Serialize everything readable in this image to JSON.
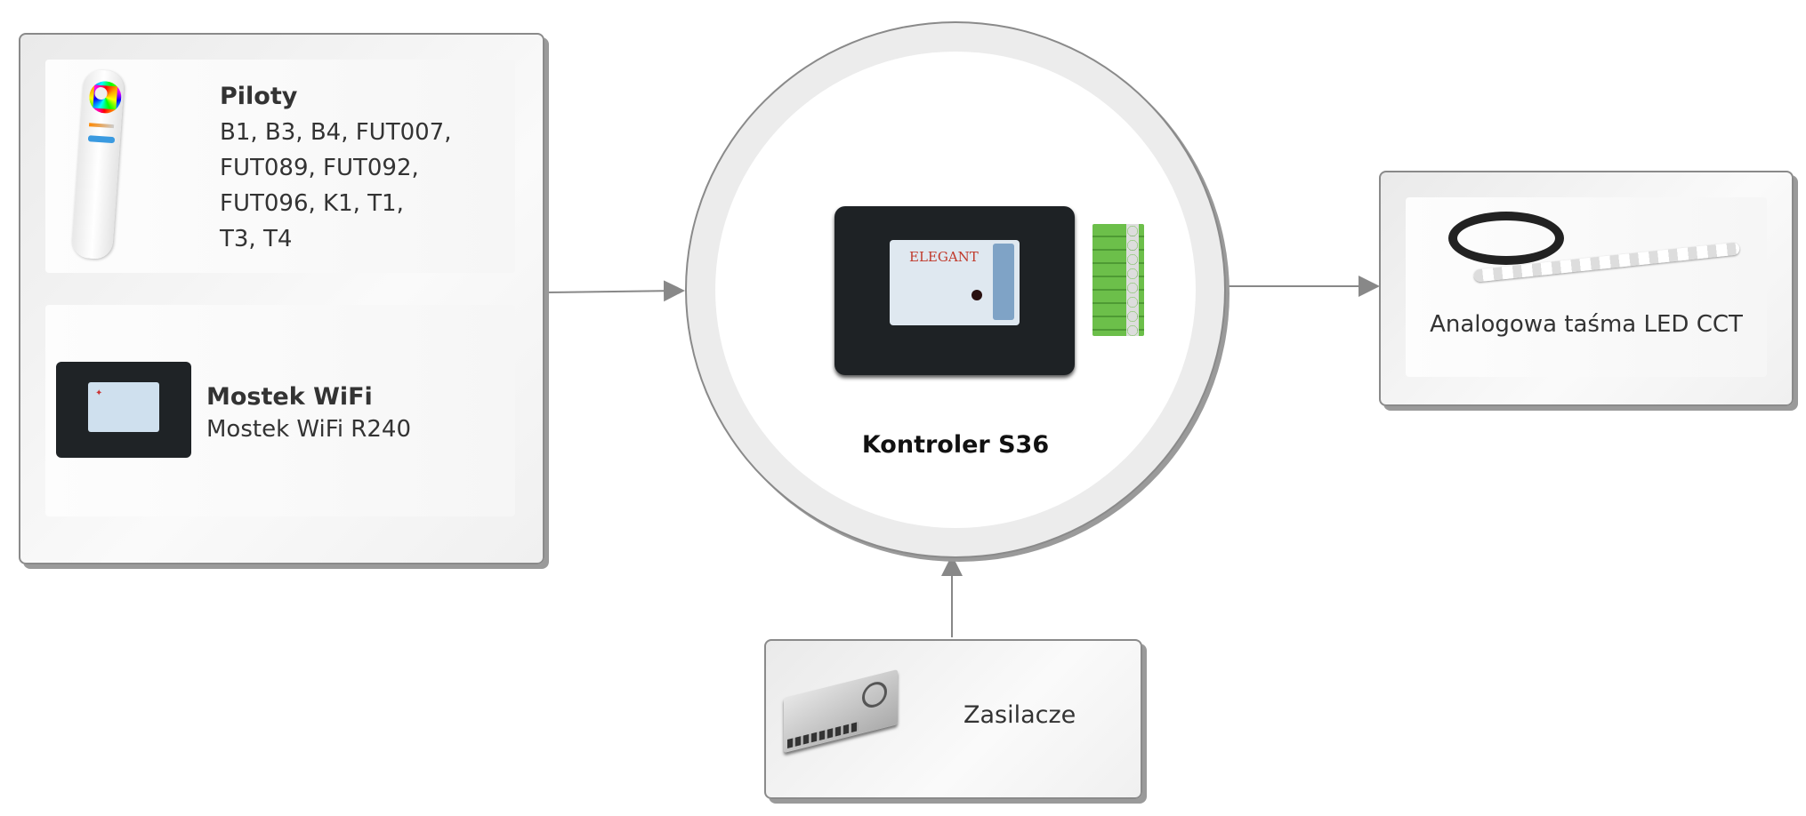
{
  "remotes": {
    "title": "Piloty",
    "lines": [
      "B1, B3, B4, FUT007,",
      "FUT089, FUT092,",
      "FUT096, K1, T1,",
      "T3, T4"
    ]
  },
  "bridge": {
    "title": "Mostek WiFi",
    "subtitle": "Mostek WiFi R240"
  },
  "controller": {
    "label": "Kontroler S36",
    "device_brand": "ELEGANT"
  },
  "output": {
    "label": "Analogowa taśma LED CCT"
  },
  "power": {
    "label": "Zasilacze"
  },
  "colors": {
    "border": "#8a8a8a",
    "line": "#888888",
    "terminal": "#6cbf4a"
  }
}
